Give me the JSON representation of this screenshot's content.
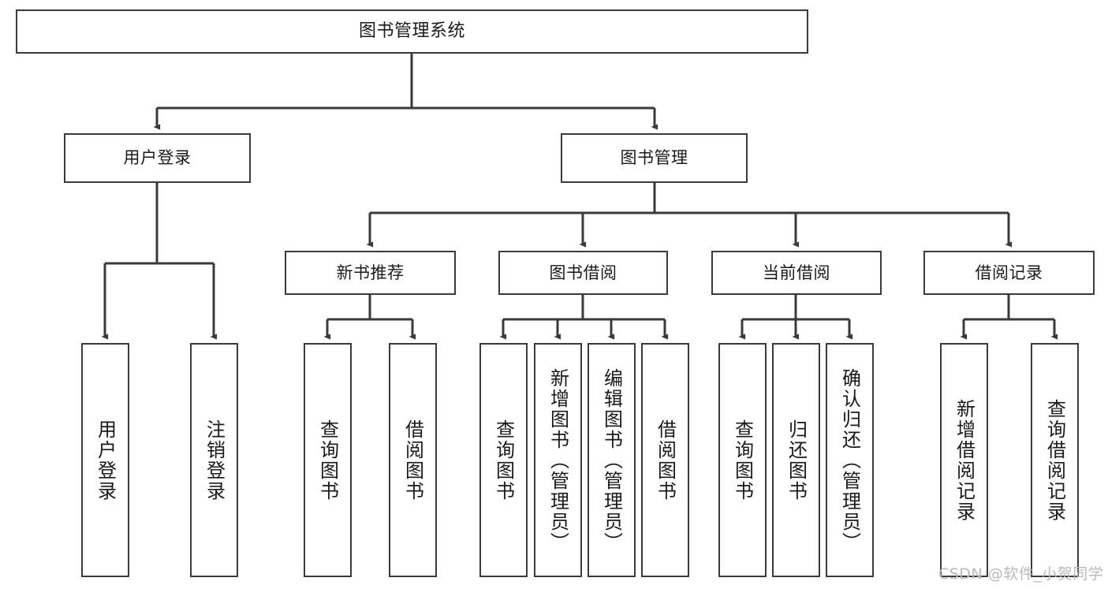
{
  "diagram": {
    "type": "tree",
    "title": "图书管理系统",
    "stroke_color": "#3a3a3a",
    "fill_color": "#ffffff",
    "text_color": "#1a1a1a",
    "watermark": "CSDN @软件_小贺同学"
  },
  "nodes": {
    "root": {
      "label": "图书管理系统"
    },
    "level2": [
      {
        "label": "用户登录"
      },
      {
        "label": "图书管理"
      }
    ],
    "level3": [
      {
        "label": "新书推荐"
      },
      {
        "label": "图书借阅"
      },
      {
        "label": "当前借阅"
      },
      {
        "label": "借阅记录"
      }
    ],
    "leaves": {
      "user_login": [
        {
          "label": "用户登录"
        },
        {
          "label": "注销登录"
        }
      ],
      "new_book": [
        {
          "label": "查询图书"
        },
        {
          "label": "借阅图书"
        }
      ],
      "book_borrow": [
        {
          "label": "查询图书"
        },
        {
          "label": "新增图书（管理员）"
        },
        {
          "label": "编辑图书（管理员）"
        },
        {
          "label": "借阅图书"
        }
      ],
      "current_borrow": [
        {
          "label": "查询图书"
        },
        {
          "label": "归还图书"
        },
        {
          "label": "确认归还（管理员）"
        }
      ],
      "borrow_record": [
        {
          "label": "新增借阅记录"
        },
        {
          "label": "查询借阅记录"
        }
      ]
    }
  }
}
